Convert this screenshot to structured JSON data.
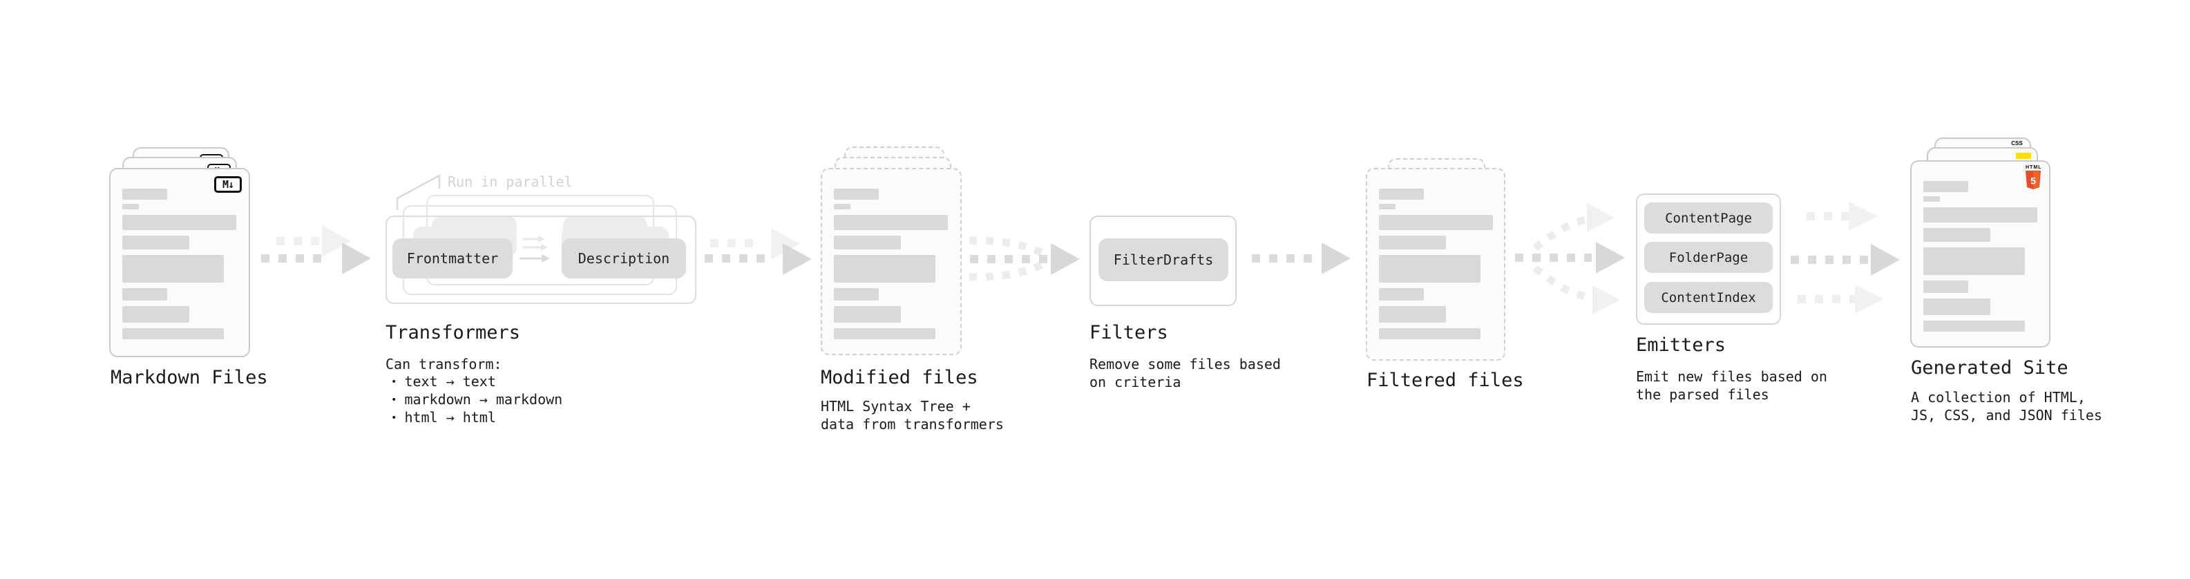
{
  "page": {
    "background": "#ffffff"
  },
  "stages": {
    "markdown": {
      "title": "Markdown Files",
      "badge": "M↓"
    },
    "transformers": {
      "title": "Transformers",
      "annotation": "Run in parallel",
      "desc": "Can transform:",
      "bullet_char": "•",
      "bullets": [
        "text → text",
        "markdown → markdown",
        "html → html"
      ],
      "pills": [
        "Frontmatter",
        "Description"
      ]
    },
    "modified": {
      "title": "Modified files",
      "desc_line1": "HTML Syntax Tree +",
      "desc_line2": "data from transformers"
    },
    "filters": {
      "title": "Filters",
      "desc_line1": "Remove some files based",
      "desc_line2": "on criteria",
      "pill": "FilterDrafts"
    },
    "filtered": {
      "title": "Filtered files"
    },
    "emitters": {
      "title": "Emitters",
      "desc_line1": "Emit new files based on",
      "desc_line2": "the parsed files",
      "pills": [
        "ContentPage",
        "FolderPage",
        "ContentIndex"
      ]
    },
    "generated": {
      "title": "Generated Site",
      "desc_line1": "A collection of HTML,",
      "desc_line2": "JS, CSS, and JSON files",
      "css_badge": "CSS",
      "html_badge": "HTML",
      "html5_number": "5"
    }
  },
  "colors": {
    "html5_orange": "#e44d26",
    "html5_orange_light": "#f16529",
    "js_yellow": "#ffe000",
    "css_blue": "#2e6bf0",
    "card_border": "#c9c9c9",
    "bar_gray": "#d9d9d9",
    "pill_gray": "#dcdcdc",
    "arrow_dark": "#dbdbdb",
    "arrow_light": "#efefef"
  },
  "file_card_bars": [
    [
      65,
      16,
      6
    ],
    [
      24,
      8,
      8
    ],
    [
      165,
      22,
      8
    ],
    [
      97,
      20,
      8
    ],
    [
      147,
      40,
      8
    ],
    [
      65,
      18,
      8
    ],
    [
      97,
      24,
      8
    ],
    [
      147,
      16,
      0
    ]
  ]
}
